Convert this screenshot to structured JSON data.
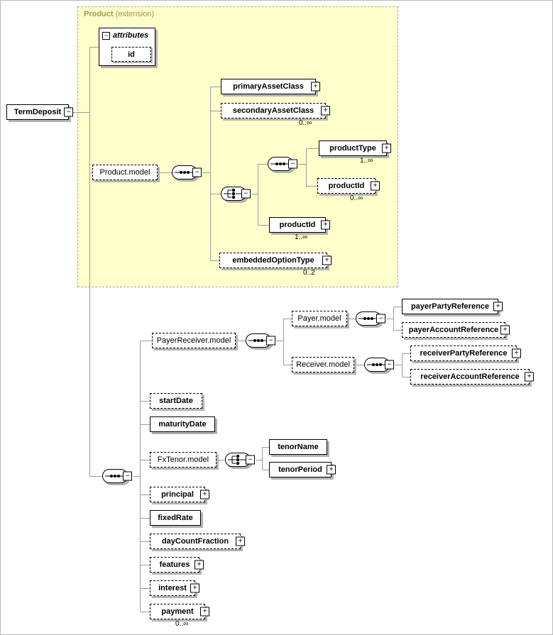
{
  "extension": {
    "name": "Product",
    "kind": "(extension)"
  },
  "attributes_group": {
    "title": "attributes",
    "attr_id": "id"
  },
  "nodes": {
    "termDeposit": "TermDeposit",
    "productModel": "Product.model",
    "primaryAssetClass": "primaryAssetClass",
    "secondaryAssetClass": "secondaryAssetClass",
    "productType": "productType",
    "productIdOptional": "productId",
    "productIdRequired": "productId",
    "embeddedOptionType": "embeddedOptionType",
    "payerReceiverModel": "PayerReceiver.model",
    "payerModel": "Payer.model",
    "payerPartyReference": "payerPartyReference",
    "payerAccountReference": "payerAccountReference",
    "receiverModel": "Receiver.model",
    "receiverPartyReference": "receiverPartyReference",
    "receiverAccountReference": "receiverAccountReference",
    "startDate": "startDate",
    "maturityDate": "maturityDate",
    "fxTenorModel": "FxTenor.model",
    "tenorName": "tenorName",
    "tenorPeriod": "tenorPeriod",
    "principal": "principal",
    "fixedRate": "fixedRate",
    "dayCountFraction": "dayCountFraction",
    "features": "features",
    "interest": "interest",
    "payment": "payment"
  },
  "cards": {
    "secondaryAssetClass": "0..∞",
    "productType": "1..∞",
    "productIdOptional": "0..∞",
    "productIdRequired": "1..∞",
    "embeddedOptionType": "0..2",
    "payment": "0..∞"
  },
  "glyphs": {
    "plus": "+",
    "minus": "−"
  }
}
